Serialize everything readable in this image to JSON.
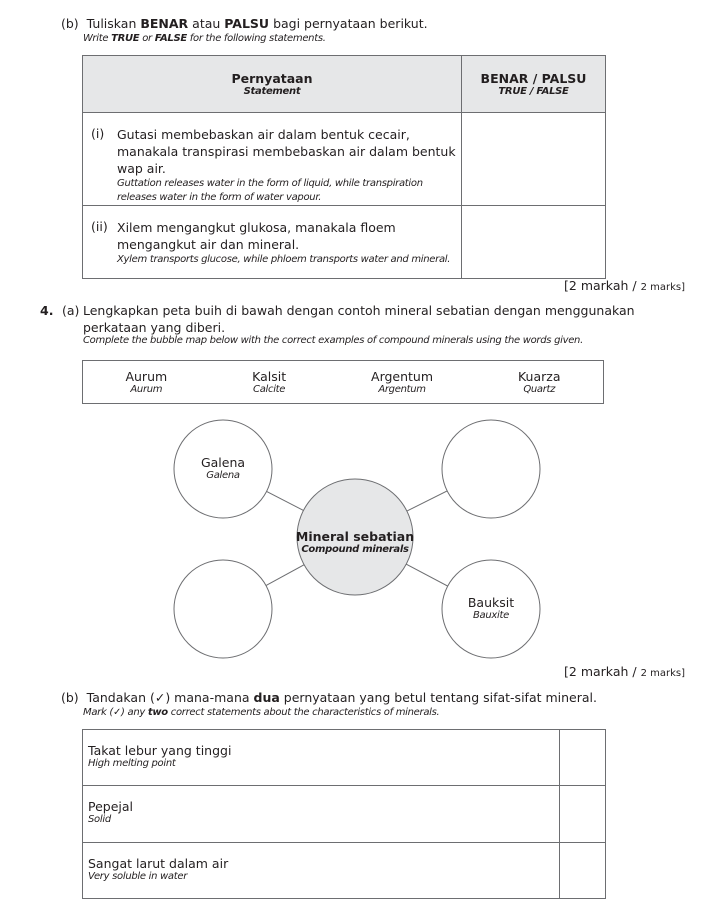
{
  "q3b": {
    "label": "(b)",
    "text_pre": "Tuliskan ",
    "benar": "BENAR",
    "mid": " atau ",
    "palsu": "PALSU",
    "text_post": " bagi pernyataan berikut.",
    "en_pre": "Write ",
    "en_true": "TRUE",
    "en_mid": " or ",
    "en_false": "FALSE",
    "en_post": " for the following statements.",
    "table": {
      "col1_ms": "Pernyataan",
      "col1_en": "Statement",
      "col2_ms": "BENAR / PALSU",
      "col2_en": "TRUE / FALSE",
      "rows": [
        {
          "num": "(i)",
          "ms": "Gutasi  membebaskan air dalam bentuk cecair, manakala transpirasi membebaskan air dalam bentuk wap air.",
          "en": "Guttation releases water in the form of liquid, while transpiration releases water in the form of water vapour.",
          "answer": ""
        },
        {
          "num": "(ii)",
          "ms": "Xilem mengangkut glukosa, manakala floem mengangkut air dan mineral.",
          "en": "Xylem transports glucose, while phloem transports water and mineral.",
          "answer": ""
        }
      ]
    },
    "marks_ms": "[2 markah / ",
    "marks_en": "2 marks]"
  },
  "q4a": {
    "number": "4.",
    "label": "(a)",
    "ms": "Lengkapkan peta buih di bawah dengan contoh mineral sebatian dengan menggunakan perkataan yang diberi.",
    "en": "Complete the bubble map below with the correct examples of compound minerals using the words given.",
    "words": [
      {
        "ms": "Aurum",
        "en": "Aurum"
      },
      {
        "ms": "Kalsit",
        "en": "Calcite"
      },
      {
        "ms": "Argentum",
        "en": "Argentum"
      },
      {
        "ms": "Kuarza",
        "en": "Quartz"
      }
    ],
    "center": {
      "ms": "Mineral sebatian",
      "en": "Compound minerals"
    },
    "bubbles": {
      "top_left": {
        "ms": "Galena",
        "en": "Galena"
      },
      "top_right": {
        "ms": "",
        "en": ""
      },
      "bottom_left": {
        "ms": "",
        "en": ""
      },
      "bottom_right": {
        "ms": "Bauksit",
        "en": "Bauxite"
      }
    },
    "marks_ms": "[2 markah / ",
    "marks_en": "2 marks]"
  },
  "q4b": {
    "label": "(b)",
    "pre": "Tandakan (✓) mana-mana ",
    "dua": "dua",
    "post": " pernyataan yang betul tentang sifat-sifat mineral.",
    "en_pre": "Mark (✓) any ",
    "en_two": "two",
    "en_post": " correct statements about the characteristics of minerals.",
    "rows": [
      {
        "ms": "Takat lebur yang tinggi",
        "en": "High melting point",
        "tick": ""
      },
      {
        "ms": "Pepejal",
        "en": "Solid",
        "tick": ""
      },
      {
        "ms": "Sangat larut dalam air",
        "en": "Very soluble in water",
        "tick": ""
      }
    ]
  }
}
